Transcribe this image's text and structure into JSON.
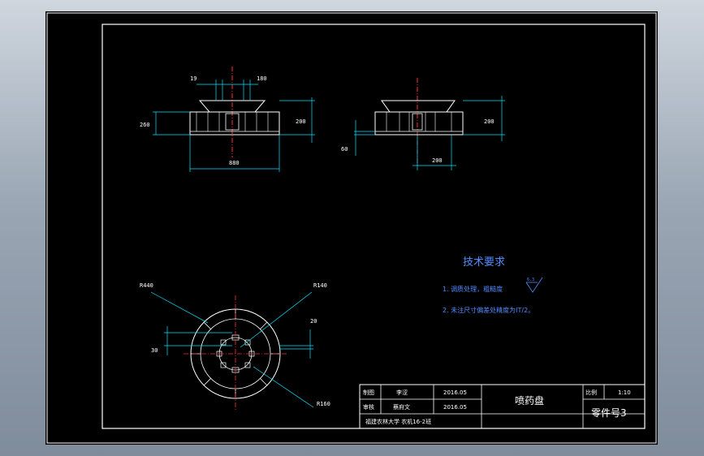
{
  "drawing": {
    "front_view": {
      "dims": {
        "top_left": "19",
        "top_right": "180",
        "height_left": "260",
        "height_right": "200",
        "width_bottom": "880"
      }
    },
    "side_view": {
      "dims": {
        "height_right": "200",
        "small_left": "60",
        "width_bottom": "200"
      }
    },
    "top_view": {
      "dims": {
        "r_outer": "R440",
        "r_inner": "R140",
        "right_small": "20",
        "left_small": "30",
        "r_bottom": "R160"
      }
    },
    "technical_requirements": {
      "title": "技术要求",
      "items": [
        "1. 调质处理，粗糙度",
        "2. 未注尺寸偏差处精度为IT/2。"
      ],
      "roughness_symbol": "6.3"
    },
    "title_block": {
      "drawn_label": "制图",
      "drawn_name": "李涩",
      "drawn_date": "2016.05",
      "checked_label": "审核",
      "checked_name": "蔡府文",
      "checked_date": "2016.05",
      "part_name": "喷药盘",
      "scale_label": "比例",
      "scale_value": "1:10",
      "part_number": "零件号3",
      "school": "福建农林大学 农机16-2班"
    }
  },
  "colors": {
    "line": "#ffffff",
    "dim": "#00ffff",
    "center": "#ff0000",
    "accent_blue": "#4f8cff",
    "sheet": "#000000"
  }
}
